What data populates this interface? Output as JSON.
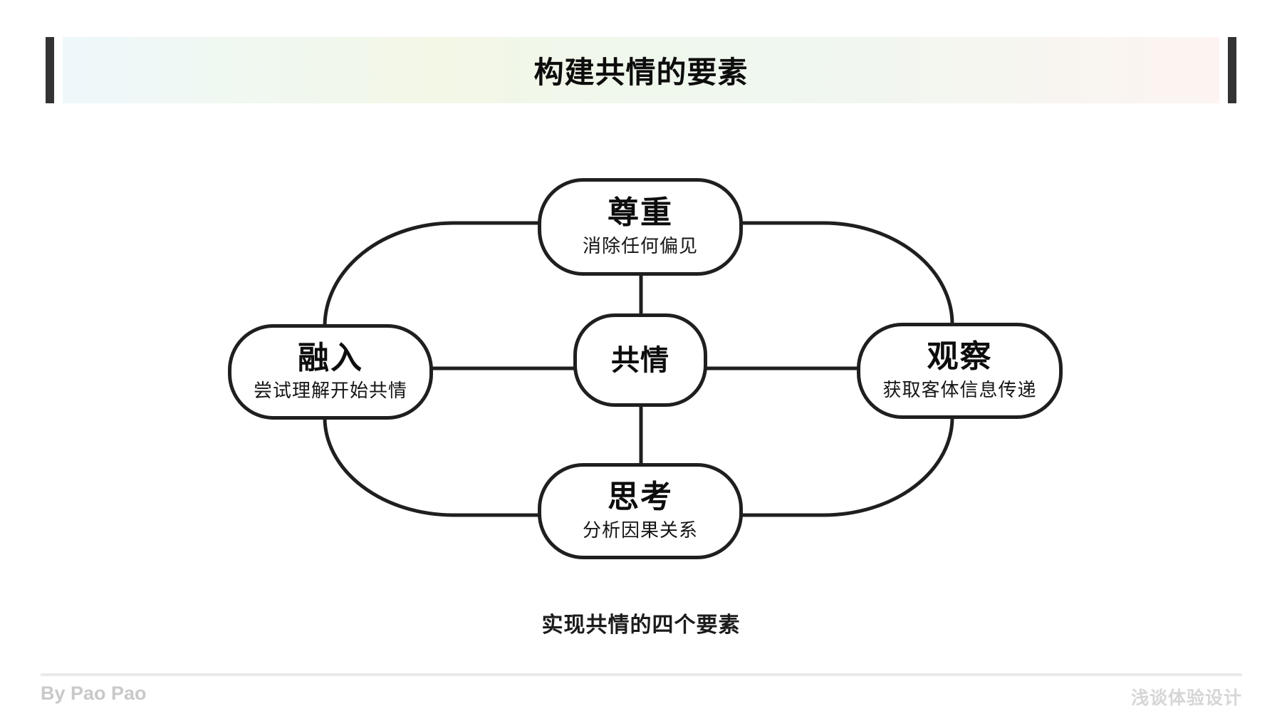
{
  "header": {
    "title": "构建共情的要素"
  },
  "diagram": {
    "center": {
      "title": "共情"
    },
    "nodes": [
      {
        "id": "top",
        "title": "尊重",
        "subtitle": "消除任何偏见"
      },
      {
        "id": "left",
        "title": "融入",
        "subtitle": "尝试理解开始共情"
      },
      {
        "id": "right",
        "title": "观察",
        "subtitle": "获取客体信息传递"
      },
      {
        "id": "bottom",
        "title": "思考",
        "subtitle": "分析因果关系"
      }
    ],
    "caption": "实现共情的四个要素"
  },
  "footer": {
    "author": "By Pao Pao",
    "brand": "浅谈体验设计"
  },
  "colors": {
    "line": "#1f1f1f",
    "node_fill": "#ffffff",
    "accent_bar": "#333333",
    "footer_text": "#c9c9c9",
    "brand_text": "#d6d6d6",
    "divider": "#eaeaea",
    "grad_blue": "#eef8fb",
    "grad_green": "#f2f7e6",
    "grad_mint": "#eff7f0",
    "grad_pink": "#fdf4f1"
  }
}
